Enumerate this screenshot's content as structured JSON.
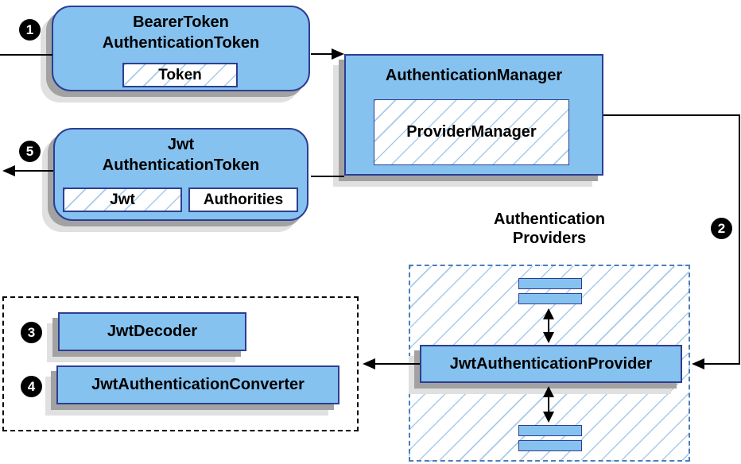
{
  "colors": {
    "box_fill": "#85C2F0",
    "box_border": "#2E3D92",
    "hatch_line": "#A8CAEA",
    "group_dash_border": "#4A7EBB",
    "shadow_dark": "#A2A2A2",
    "shadow_light": "#E0E0E0",
    "arrow": "#000000",
    "badge_bg": "#000000",
    "badge_text": "#FFFFFF"
  },
  "badges": {
    "step1": "1",
    "step2": "2",
    "step3": "3",
    "step4": "4",
    "step5": "5"
  },
  "bearer_token_box": {
    "title_line1": "BearerToken",
    "title_line2": "AuthenticationToken",
    "chip": "Token"
  },
  "authentication_manager_box": {
    "title": "AuthenticationManager",
    "inner": "ProviderManager"
  },
  "jwt_token_box": {
    "title_line1": "Jwt",
    "title_line2": "AuthenticationToken",
    "chip_jwt": "Jwt",
    "chip_authorities": "Authorities"
  },
  "decoder_group": {
    "jwt_decoder": "JwtDecoder",
    "jwt_authentication_converter": "JwtAuthenticationConverter"
  },
  "providers_group": {
    "label_line1": "Authentication",
    "label_line2": "Providers",
    "provider": "JwtAuthenticationProvider"
  }
}
